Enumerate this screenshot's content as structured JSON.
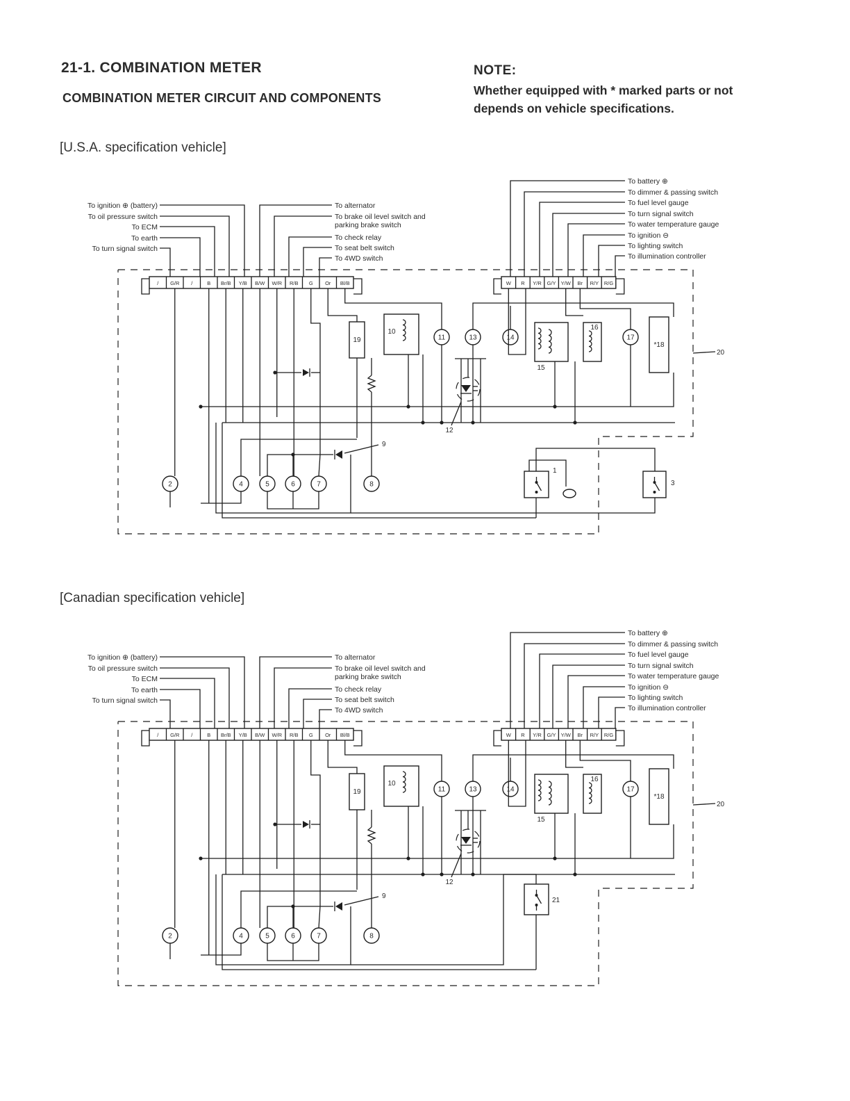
{
  "header": {
    "title": "21-1. COMBINATION METER",
    "subtitle": "COMBINATION METER CIRCUIT AND COMPONENTS",
    "note_heading": "NOTE:",
    "note_body": "Whether equipped with * marked parts or not depends on vehicle specifications."
  },
  "sections": {
    "us": "[U.S.A. specification vehicle]",
    "ca": "[Canadian specification vehicle]"
  },
  "labels_left": [
    "To ignition ⊕ (battery)",
    "To oil pressure switch",
    "To ECM",
    "To earth",
    "To turn signal switch"
  ],
  "labels_mid": [
    "To alternator",
    "To brake oil level switch and",
    "parking brake switch",
    "To check relay",
    "To seat belt switch",
    "To 4WD switch"
  ],
  "labels_right": [
    "To battery ⊕",
    "To dimmer & passing switch",
    "To fuel level gauge",
    "To turn signal switch",
    "To water temperature gauge",
    "To ignition ⊖",
    "To lighting switch",
    "To illumination controller"
  ],
  "connector_left": [
    "/",
    "G/R",
    "/",
    "B",
    "Br/B",
    "Y/B",
    "B/W",
    "W/R",
    "R/B",
    "G",
    "Or",
    "Bl/B"
  ],
  "connector_right": [
    "W",
    "R",
    "Y/R",
    "G/Y",
    "Y/W",
    "Br",
    "R/Y",
    "R/G"
  ],
  "components": {
    "c2": "2",
    "c4": "4",
    "c5": "5",
    "c6": "6",
    "c7": "7",
    "c8": "8",
    "c9": "9",
    "c10": "10",
    "c11": "11",
    "c12": "12",
    "c13": "13",
    "c14": "14",
    "c15": "15",
    "c16": "16",
    "c17": "17",
    "c18": "*18",
    "c19": "19",
    "c20": "20",
    "c1": "1",
    "c3": "3",
    "c21": "21"
  }
}
